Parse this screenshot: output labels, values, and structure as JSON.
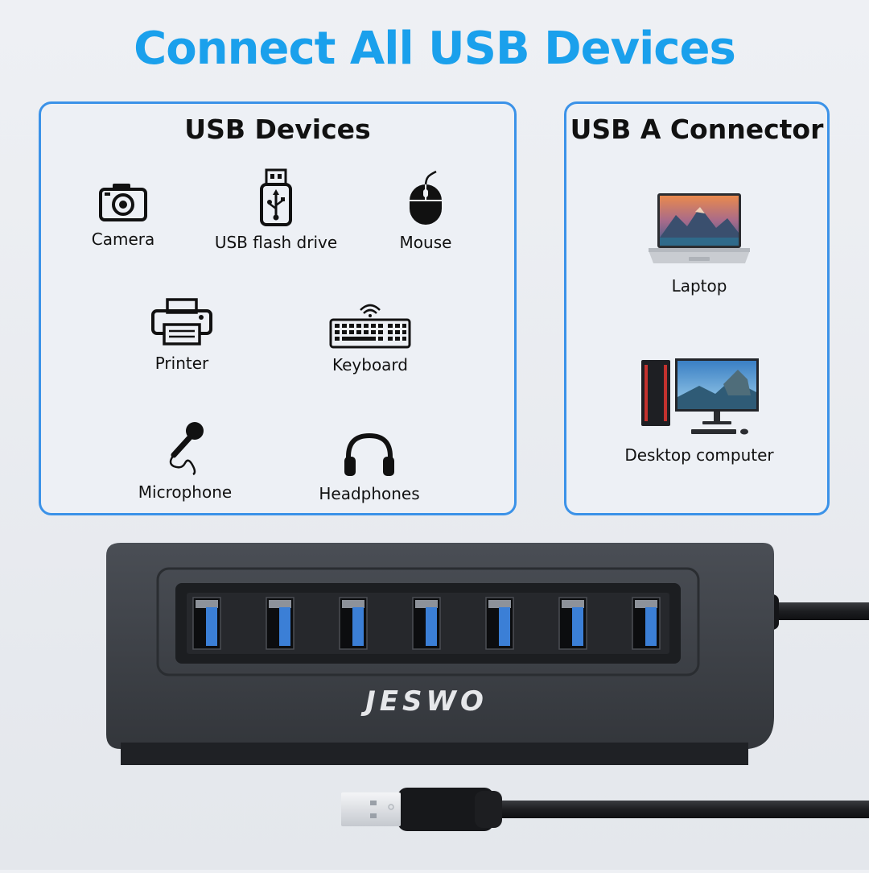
{
  "headline": "Connect All USB Devices",
  "usb_devices": {
    "title": "USB Devices",
    "items": [
      {
        "label": "Camera",
        "icon": "camera-icon"
      },
      {
        "label": "USB flash drive",
        "icon": "usb-flash-drive-icon"
      },
      {
        "label": "Mouse",
        "icon": "mouse-icon"
      },
      {
        "label": "Printer",
        "icon": "printer-icon"
      },
      {
        "label": "Keyboard",
        "icon": "keyboard-icon"
      },
      {
        "label": "Microphone",
        "icon": "microphone-icon"
      },
      {
        "label": "Headphones",
        "icon": "headphones-icon"
      }
    ]
  },
  "usb_a_connector": {
    "title": "USB A Connector",
    "items": [
      {
        "label": "Laptop",
        "icon": "laptop-icon"
      },
      {
        "label": "Desktop computer",
        "icon": "desktop-computer-icon"
      }
    ]
  },
  "hub": {
    "brand": "JESWO",
    "port_count": 7,
    "port_color": "#3b7fd6",
    "body_color": "#3a3d42"
  },
  "colors": {
    "headline": "#1aa0ec",
    "panel_border": "#3b92e8"
  }
}
